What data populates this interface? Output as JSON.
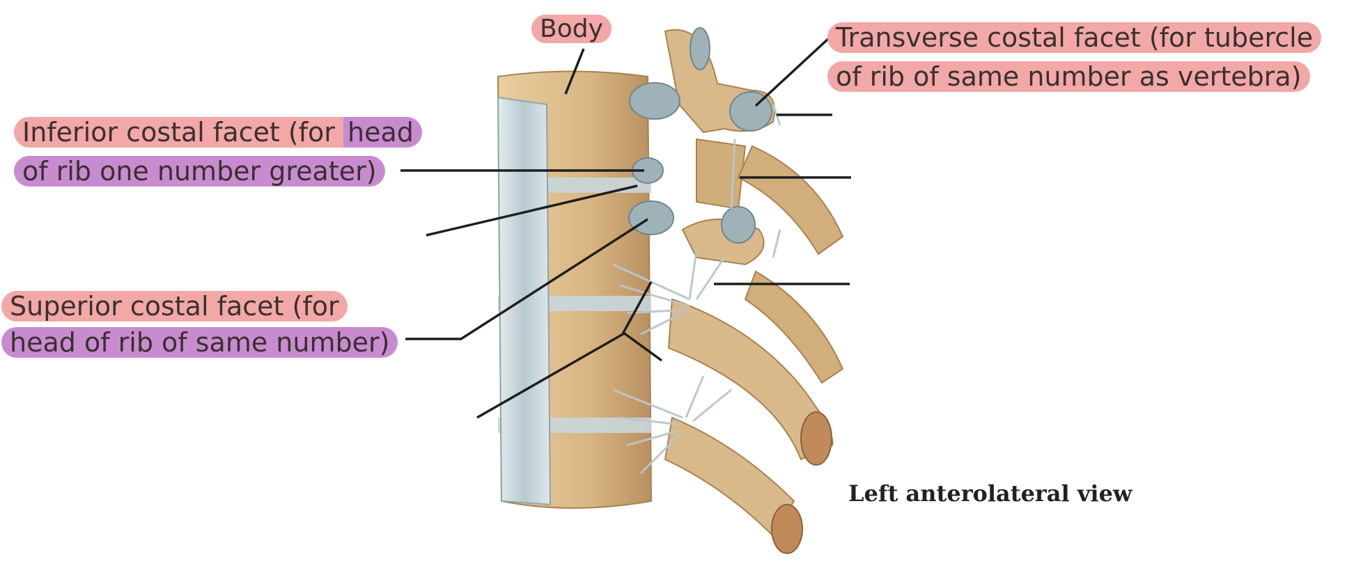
{
  "labels": {
    "body": "Body",
    "transverse_line1": "Transverse costal facet (for tubercle",
    "transverse_line2": "of rib of same number as vertebra)",
    "inferior_line1a": "Inferior costal facet (for ",
    "inferior_line1b": "head",
    "inferior_line2": "of rib one number greater)",
    "superior_line1": "Superior costal facet (for",
    "superior_line2": "head of rib of same number)",
    "view_caption": "Left anterolateral view"
  },
  "colors": {
    "highlight_red": "#f2a8a6",
    "highlight_purple": "#c98bd0",
    "bone": "#d9b98a",
    "bone_shadow": "#b8925e",
    "ligament": "#c9d6dc",
    "facet": "#9fb2b8",
    "leader": "#1e1e1e"
  }
}
